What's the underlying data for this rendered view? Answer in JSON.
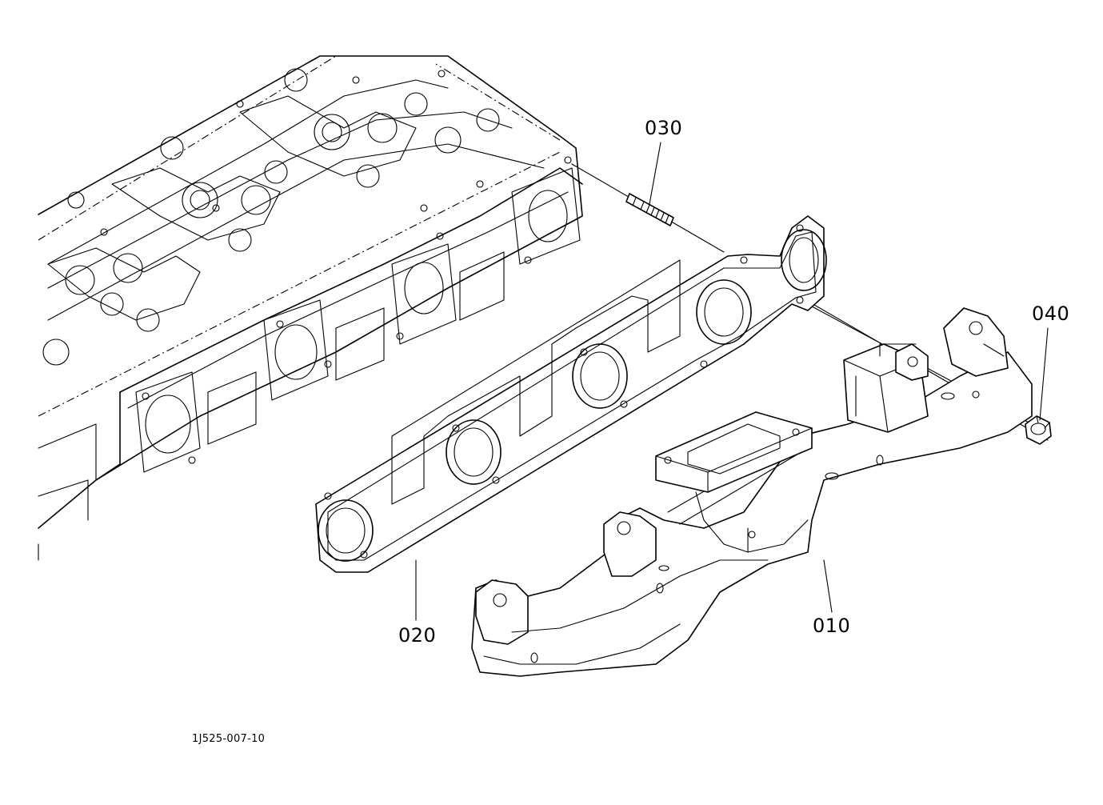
{
  "callouts": {
    "part_010": "010",
    "part_020": "020",
    "part_030": "030",
    "part_040": "040"
  },
  "figure_id": "1J525-007-10",
  "colors": {
    "ink": "#000000",
    "background": "#ffffff"
  }
}
